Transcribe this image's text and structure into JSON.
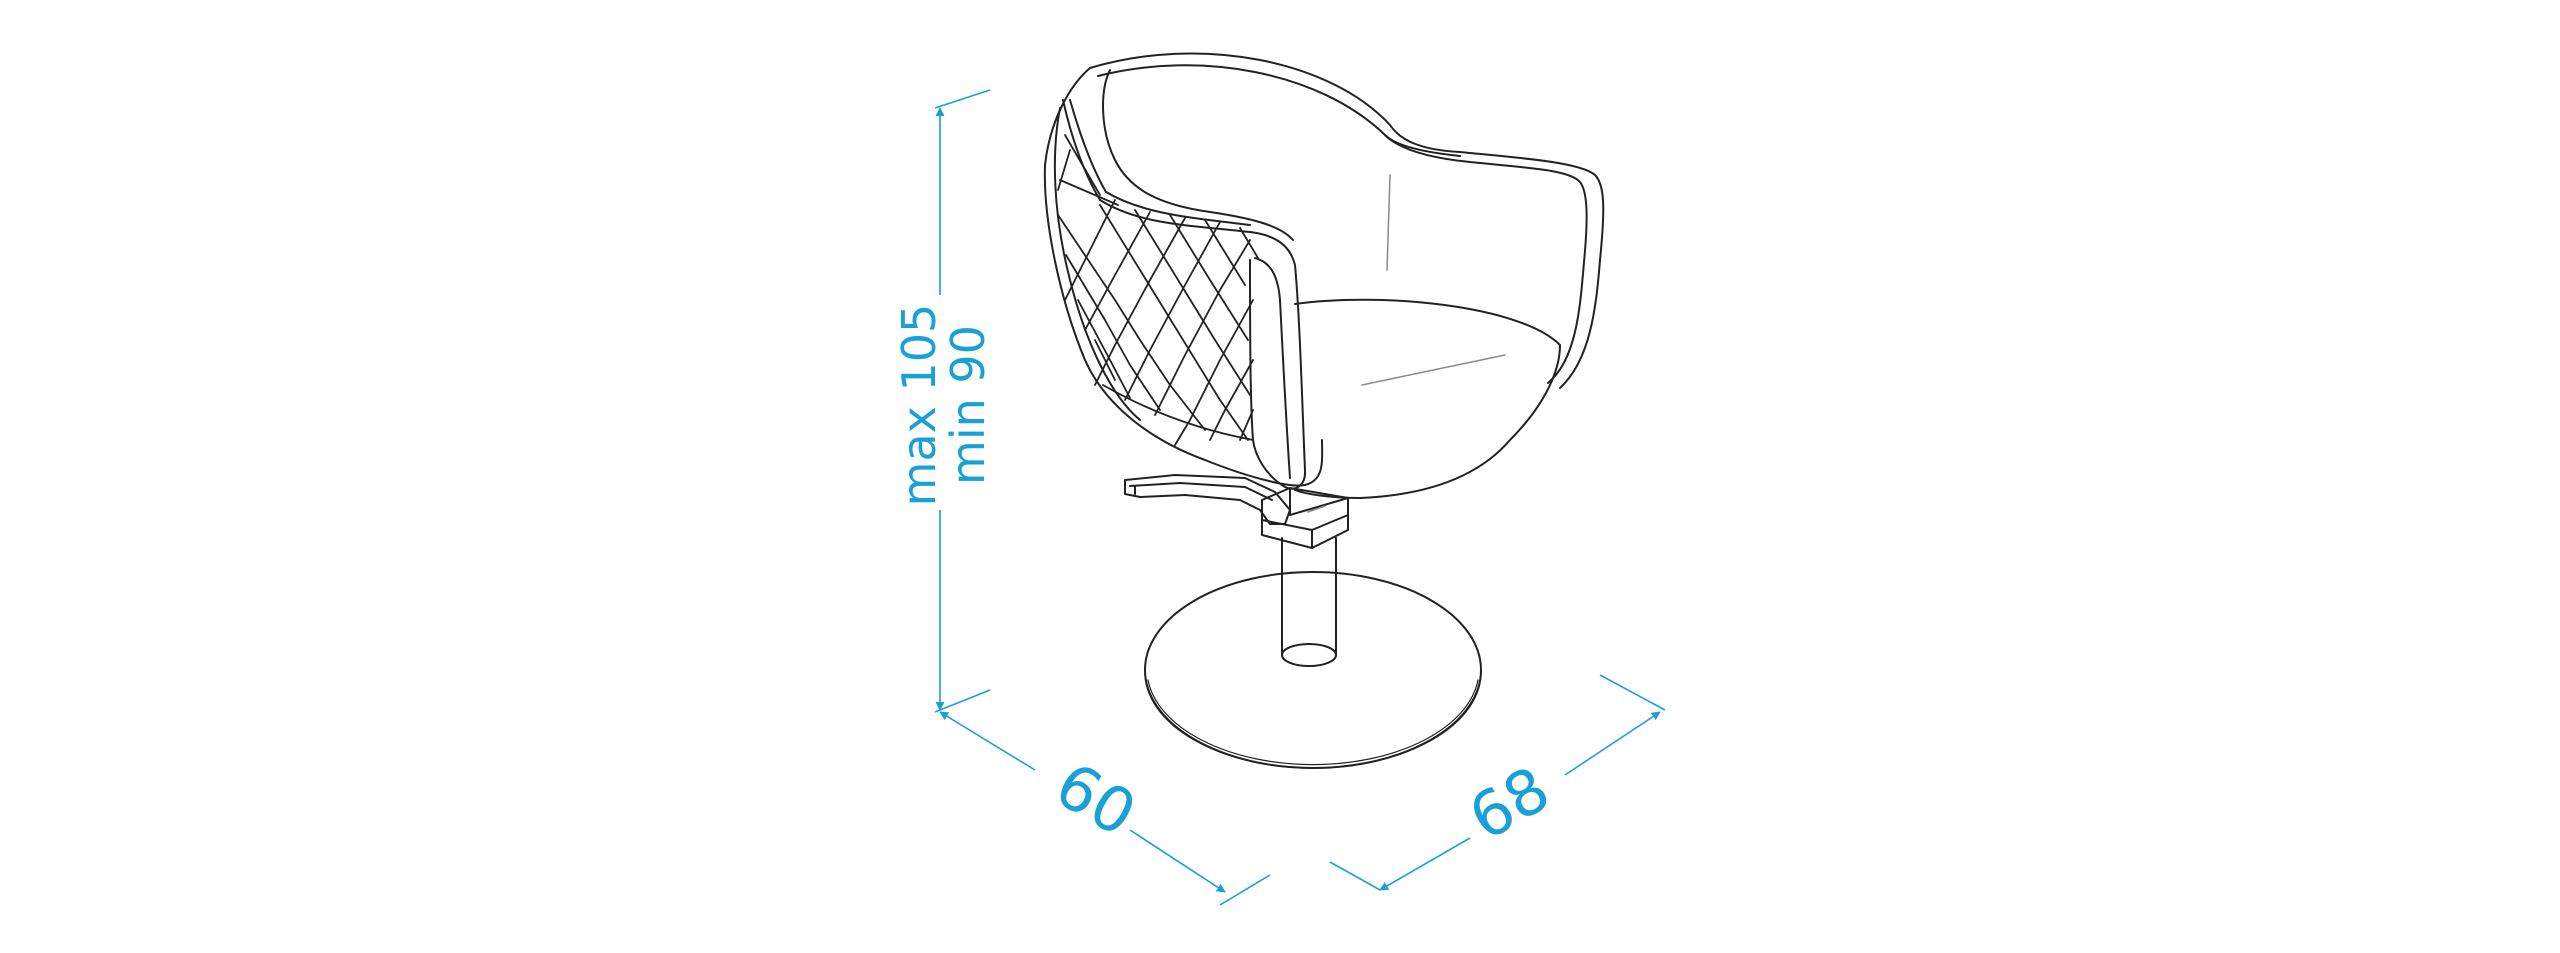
{
  "dimensions": {
    "height_max": "max 105",
    "height_min": "min 90",
    "width": "60",
    "depth": "68"
  },
  "colors": {
    "dimension": "#1aa0d8",
    "drawing": "#222222",
    "detail": "#8a8a8a"
  }
}
